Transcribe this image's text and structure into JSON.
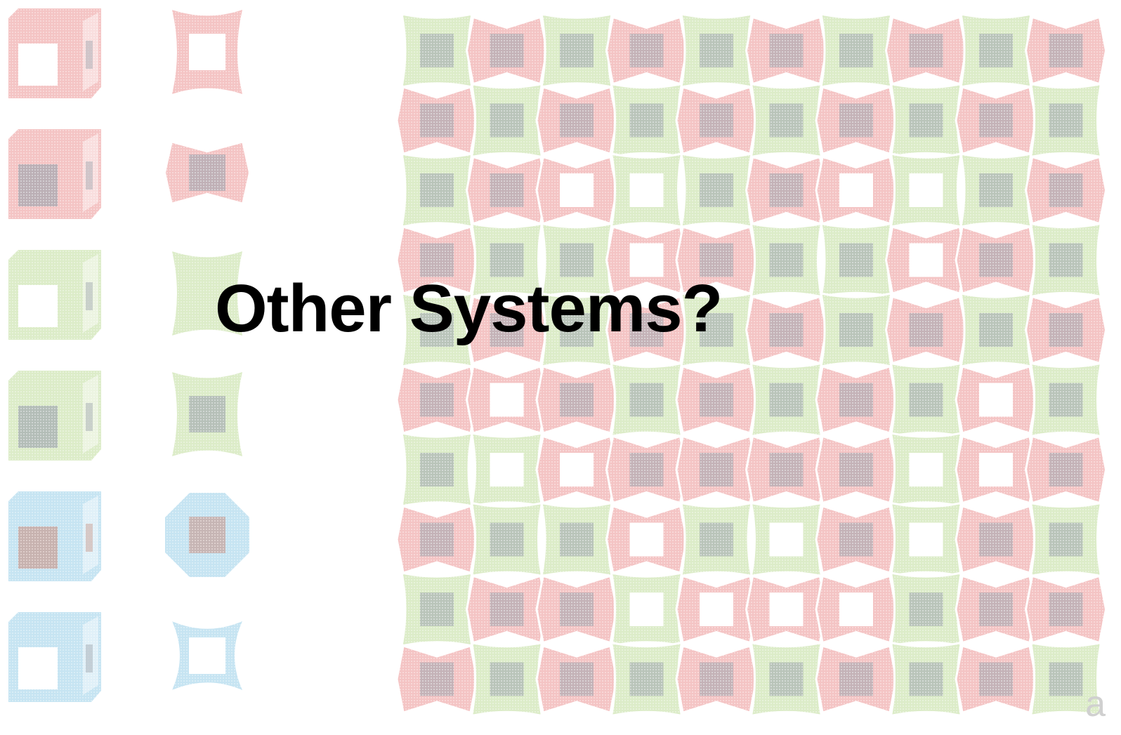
{
  "slide": {
    "title": "Other Systems?",
    "corner_label": "a"
  },
  "palette": {
    "red_tile": "#f4c4c4",
    "green_tile": "#dcecc8",
    "blue_tile": "#c6e4f2",
    "core_dark": "#9da4ad",
    "core_rust": "#c7968a",
    "hole": "#ffffff"
  },
  "tile_legend": {
    "cube_column": [
      {
        "color": "red",
        "core": "hole"
      },
      {
        "color": "red",
        "core": "dark"
      },
      {
        "color": "green",
        "core": "hole"
      },
      {
        "color": "green",
        "core": "dark"
      },
      {
        "color": "blue",
        "core": "rust"
      },
      {
        "color": "blue",
        "core": "hole"
      }
    ],
    "flat_column": [
      {
        "color": "red",
        "core": "hole",
        "shape": "pinched-square"
      },
      {
        "color": "red",
        "core": "dark",
        "shape": "bowtie"
      },
      {
        "color": "green",
        "core": "none",
        "shape": "pinched-square"
      },
      {
        "color": "green",
        "core": "dark",
        "shape": "pinched-square"
      },
      {
        "color": "blue",
        "core": "rust",
        "shape": "octagon"
      },
      {
        "color": "blue",
        "core": "hole",
        "shape": "star-square"
      }
    ]
  },
  "lattice": {
    "rows": [
      "GRGRGRGRGR",
      "RGRGRGRGRG",
      "GRRGGRRGGR",
      "RGGRRGGRRG",
      "GRGRGRGRGR",
      "RRRGRGRGRG",
      "GGRRRRRGRR",
      "RGGRGGRGRG",
      "GRRGRRRGRR",
      "RGRGRGRGRG"
    ],
    "holes": [
      [
        2,
        2
      ],
      [
        2,
        3
      ],
      [
        2,
        6
      ],
      [
        2,
        7
      ],
      [
        3,
        3
      ],
      [
        3,
        7
      ],
      [
        5,
        1
      ],
      [
        5,
        8
      ],
      [
        6,
        1
      ],
      [
        6,
        2
      ],
      [
        6,
        7
      ],
      [
        6,
        8
      ],
      [
        7,
        3
      ],
      [
        7,
        5
      ],
      [
        7,
        7
      ],
      [
        8,
        3
      ],
      [
        8,
        4
      ],
      [
        8,
        5
      ],
      [
        8,
        6
      ]
    ]
  }
}
